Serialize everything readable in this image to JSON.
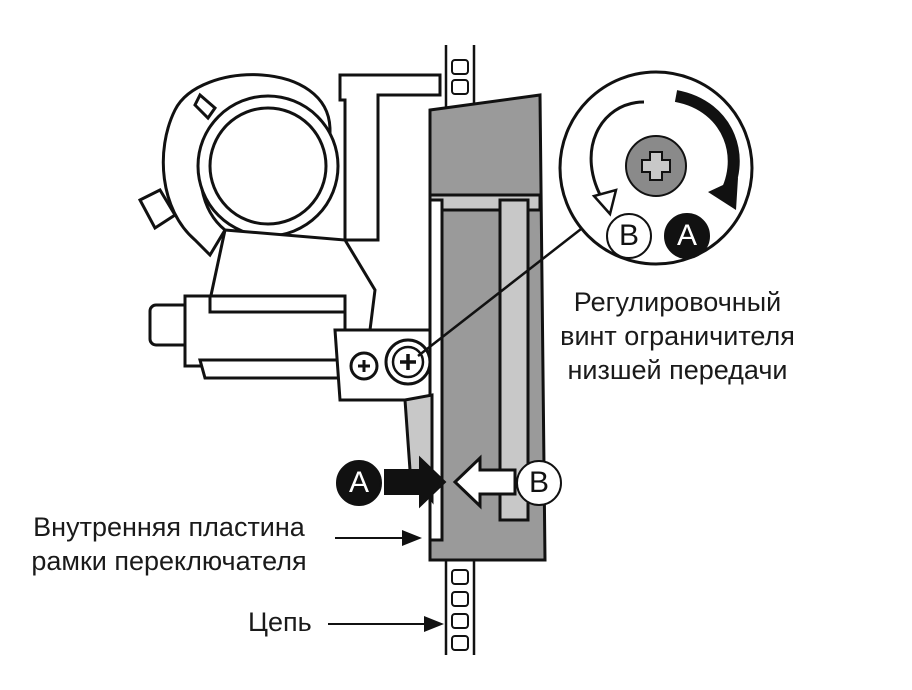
{
  "labels": {
    "screw_line1": "Регулировочный",
    "screw_line2": "винт ограничителя",
    "screw_line3": "низшей передачи",
    "plate_line1": "Внутренняя пластина",
    "plate_line2": "рамки переключателя",
    "chain": "Цепь"
  },
  "markers": {
    "a": "A",
    "b": "B"
  },
  "colors": {
    "stroke": "#111111",
    "plate_gray": "#9a9a9a",
    "light_gray": "#c8c8c8",
    "screw_gray": "#8a8a8a"
  }
}
